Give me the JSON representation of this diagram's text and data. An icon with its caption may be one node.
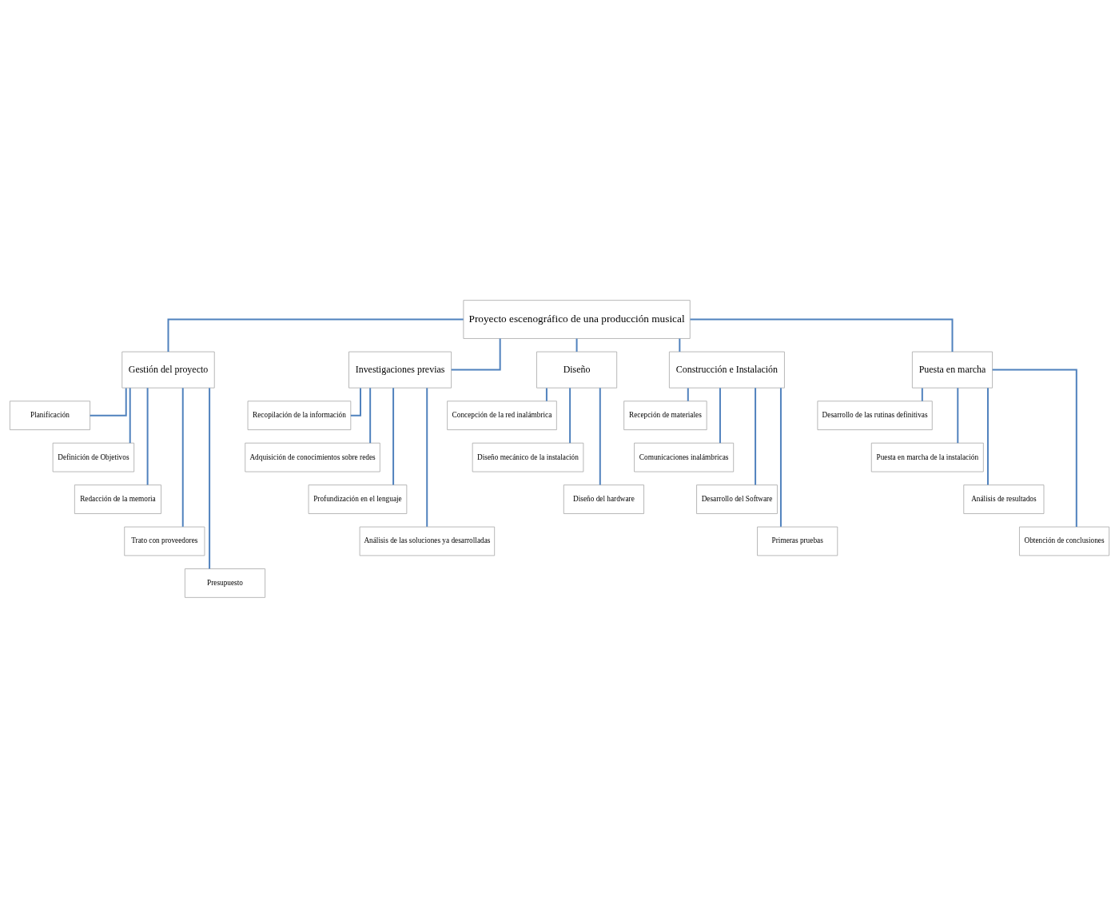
{
  "diagram": {
    "nodes": [
      {
        "text": [
          "Proyecto escenográfico de una producción musical"
        ]
      },
      {
        "text": [
          "Gestión del proyecto"
        ]
      },
      {
        "text": [
          "Planificación"
        ]
      },
      {
        "text": [
          "Definición de Objetivos"
        ]
      },
      {
        "text": [
          "Redacción de la memoria"
        ]
      },
      {
        "text": [
          "Trato con proveedores"
        ]
      },
      {
        "text": [
          "Presupuesto"
        ]
      },
      {
        "text": [
          "Investigaciones previas"
        ]
      },
      {
        "text": [
          "Recopilación de la información"
        ]
      },
      {
        "text": [
          "Adquisición de conocimientos sobre redes"
        ]
      },
      {
        "text": [
          "Profundización en el lenguaje"
        ]
      },
      {
        "text": [
          "Análisis de las soluciones ya desarrolladas"
        ]
      },
      {
        "text": [
          "Diseño"
        ]
      },
      {
        "text": [
          "Concepción de la red inalámbrica"
        ]
      },
      {
        "text": [
          "Diseño mecánico de la instalación"
        ]
      },
      {
        "text": [
          "Diseño del hardware"
        ]
      },
      {
        "text": [
          "Construcción e Instalación"
        ]
      },
      {
        "text": [
          "Recepción de materiales"
        ]
      },
      {
        "text": [
          "Comunicaciones inalámbricas"
        ]
      },
      {
        "text": [
          "Desarrollo del Software"
        ]
      },
      {
        "text": [
          "Primeras pruebas"
        ]
      },
      {
        "text": [
          "Puesta en marcha"
        ]
      },
      {
        "text": [
          "Desarrollo de las rutinas definitivas"
        ]
      },
      {
        "text": [
          "Puesta en marcha de la instalación"
        ]
      },
      {
        "text": [
          "Análisis de resultados"
        ]
      },
      {
        "text": [
          "Obtención de conclusiones"
        ]
      }
    ],
    "edges": [
      {
        "from": 0,
        "to": 1,
        "arrow": "none"
      },
      {
        "from": 0,
        "to": 7,
        "arrow": "none"
      },
      {
        "from": 0,
        "to": 12,
        "arrow": "none"
      },
      {
        "from": 0,
        "to": 16,
        "arrow": "none"
      },
      {
        "from": 0,
        "to": 21,
        "arrow": "none"
      },
      {
        "from": 1,
        "to": 2,
        "arrow": "none"
      },
      {
        "from": 1,
        "to": 3,
        "arrow": "none"
      },
      {
        "from": 1,
        "to": 4,
        "arrow": "none"
      },
      {
        "from": 1,
        "to": 5,
        "arrow": "none"
      },
      {
        "from": 1,
        "to": 6,
        "arrow": "none"
      },
      {
        "from": 7,
        "to": 8,
        "arrow": "none"
      },
      {
        "from": 7,
        "to": 9,
        "arrow": "none"
      },
      {
        "from": 7,
        "to": 10,
        "arrow": "none"
      },
      {
        "from": 7,
        "to": 11,
        "arrow": "none"
      },
      {
        "from": 12,
        "to": 13,
        "arrow": "none"
      },
      {
        "from": 12,
        "to": 14,
        "arrow": "none"
      },
      {
        "from": 12,
        "to": 15,
        "arrow": "none"
      },
      {
        "from": 16,
        "to": 17,
        "arrow": "none"
      },
      {
        "from": 16,
        "to": 18,
        "arrow": "none"
      },
      {
        "from": 16,
        "to": 19,
        "arrow": "none"
      },
      {
        "from": 16,
        "to": 20,
        "arrow": "none"
      },
      {
        "from": 21,
        "to": 22,
        "arrow": "none"
      },
      {
        "from": 21,
        "to": 23,
        "arrow": "none"
      },
      {
        "from": 21,
        "to": 24,
        "arrow": "none"
      },
      {
        "from": 21,
        "to": 25,
        "arrow": "none"
      }
    ]
  }
}
